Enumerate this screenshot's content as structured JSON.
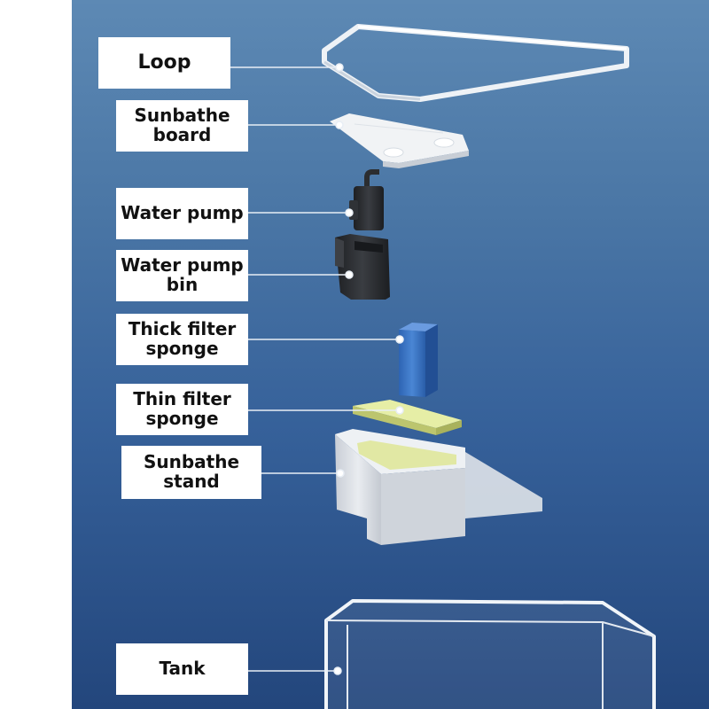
{
  "diagram": {
    "labels": {
      "loop": "Loop",
      "sunbathe_board": "Sunbathe board",
      "water_pump": "Water pump",
      "water_pump_bin": "Water pump bin",
      "thick_filter_sponge": "Thick filter sponge",
      "thin_filter_sponge": "Thin filter sponge",
      "sunbathe_stand": "Sunbathe stand",
      "tank": "Tank"
    }
  },
  "colors": {
    "background_top": "#5d89b4",
    "background_bottom": "#23467c",
    "label_box": "#ffffff",
    "leader_line": "#e8eef5",
    "thick_sponge": "#3a72c2",
    "thin_sponge": "#e1ea9c",
    "pump": "#2b2d30"
  }
}
